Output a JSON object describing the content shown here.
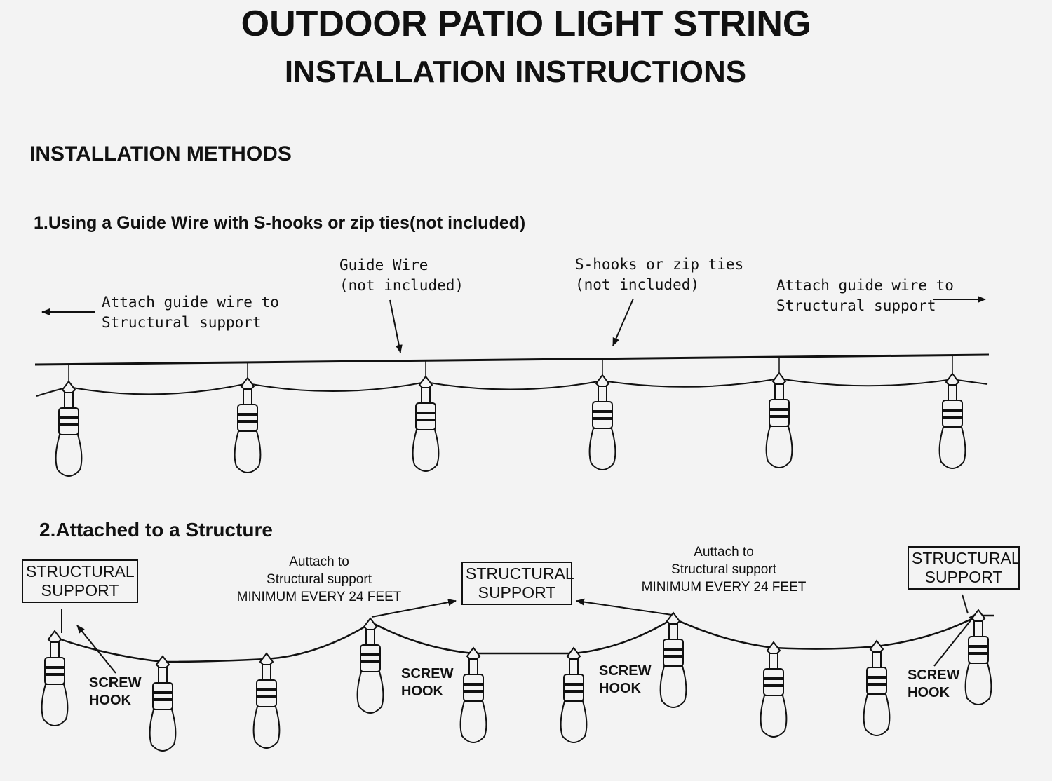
{
  "title": "OUTDOOR PATIO LIGHT STRING",
  "subtitle": "INSTALLATION INSTRUCTIONS",
  "section_heading": "INSTALLATION METHODS",
  "method1": {
    "heading": "1.Using a Guide Wire with S-hooks or zip ties(not included)",
    "left_note": [
      "Attach guide wire to",
      "Structural support"
    ],
    "guide_wire": [
      "Guide Wire",
      "(not included)"
    ],
    "shooks": [
      "S-hooks or zip ties",
      "(not included)"
    ],
    "right_note": [
      "Attach guide wire to",
      "Structural support"
    ]
  },
  "method2": {
    "heading": "2.Attached to a Structure",
    "support_label": [
      "STRUCTURAL",
      "SUPPORT"
    ],
    "attach_note": [
      "Auttach to",
      "Structural support",
      "MINIMUM EVERY 24 FEET"
    ],
    "screw_hook": [
      "SCREW",
      "HOOK"
    ]
  }
}
